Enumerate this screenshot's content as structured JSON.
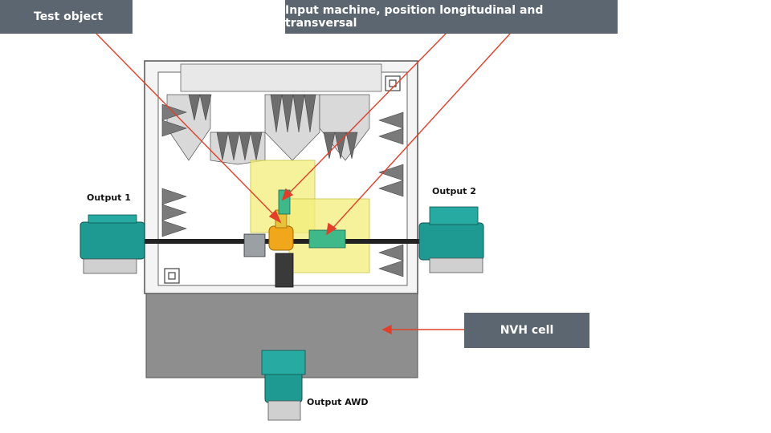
{
  "labels": {
    "test_object": "Test object",
    "input_machine": "Input machine, position longitudinal and transversal",
    "nvh_cell": "NVH cell",
    "output_1": "Output 1",
    "output_2": "Output 2",
    "output_awd": "Output AWD"
  },
  "colors": {
    "label_box": "#5b6670",
    "arrow": "#e0402a",
    "machine": "#1e9a92",
    "highlight": "#f2ee7a",
    "floor": "#8e8e8e"
  }
}
